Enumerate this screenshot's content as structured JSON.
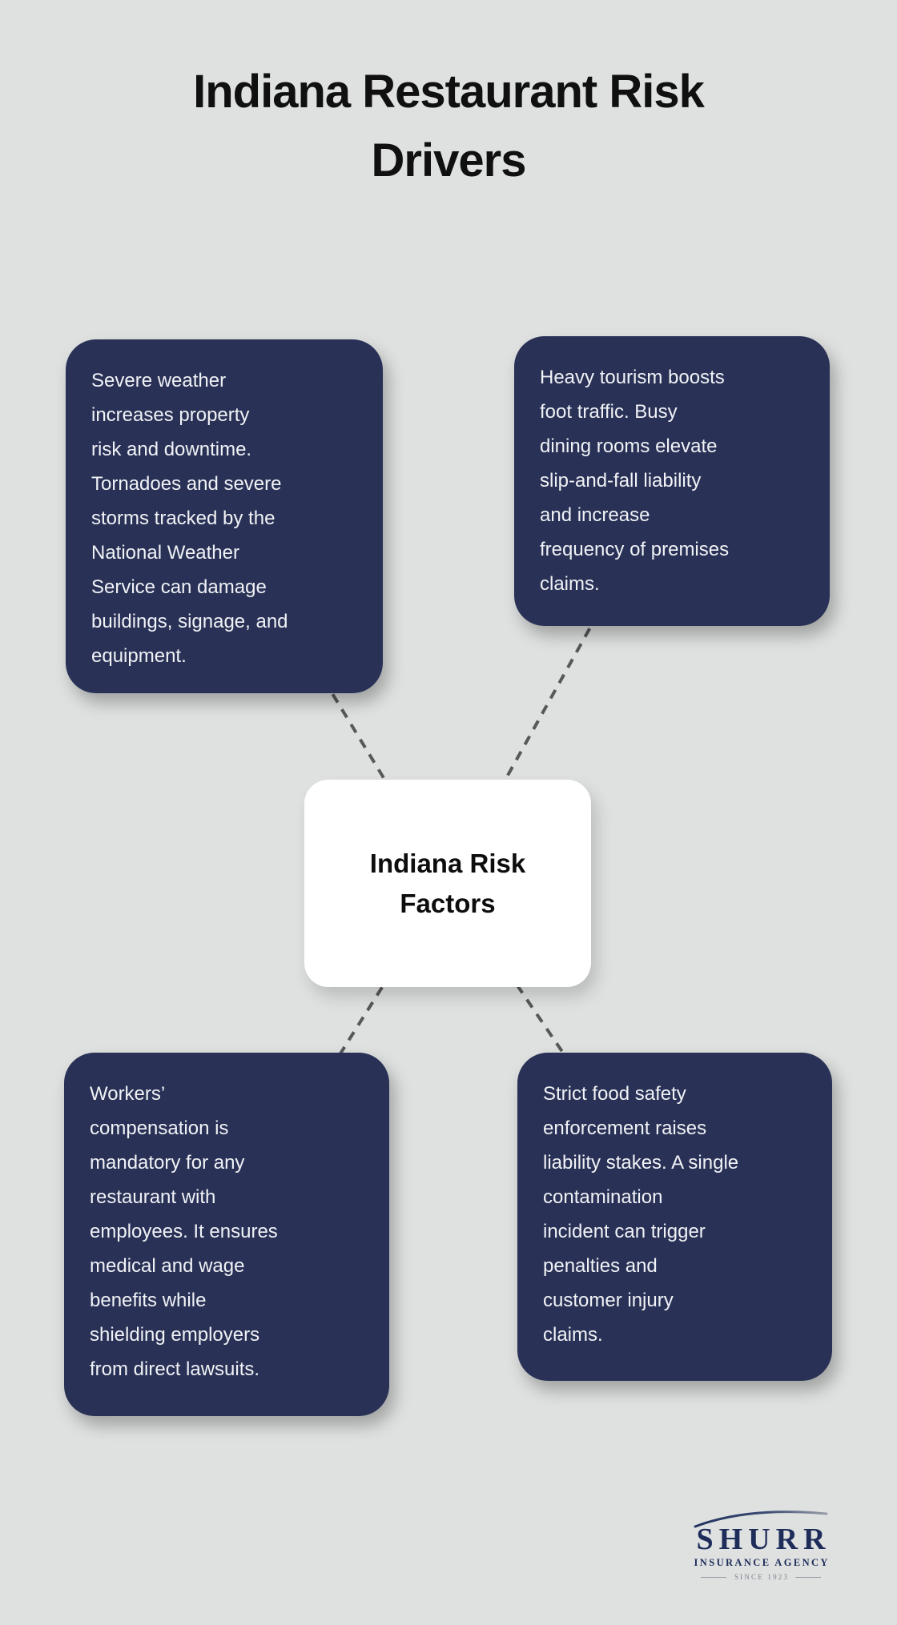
{
  "page": {
    "title": "Indiana Restaurant Risk\nDrivers"
  },
  "center_node": {
    "label": "Indiana Risk\nFactors"
  },
  "cards": [
    {
      "id": "severe-weather",
      "text": "Severe weather\nincreases property\nrisk and downtime.\nTornadoes and severe\nstorms tracked by the\nNational Weather\nService can damage\nbuildings, signage, and\nequipment."
    },
    {
      "id": "tourism-foot-traffic",
      "text": "Heavy tourism boosts\nfoot traffic. Busy\ndining rooms elevate\nslip-and-fall liability\nand increase\nfrequency of premises\nclaims."
    },
    {
      "id": "workers-compensation",
      "text": "Workers’\ncompensation is\nmandatory for any\nrestaurant with\nemployees. It ensures\nmedical and wage\nbenefits while\nshielding employers\nfrom direct lawsuits."
    },
    {
      "id": "food-safety",
      "text": "Strict food safety\nenforcement raises\nliability stakes. A single\ncontamination\nincident can trigger\npenalties and\ncustomer injury\nclaims."
    }
  ],
  "logo": {
    "name": "SHURR",
    "subtitle": "INSURANCE AGENCY",
    "tagline": "SINCE 1923"
  },
  "colors": {
    "background": "#dfe1e1",
    "card_fill": "#293256",
    "card_text": "#f1f2f6",
    "center_fill": "#ffffff",
    "title_text": "#101010",
    "connector": "#57585a",
    "logo_navy": "#1e2c5a"
  }
}
